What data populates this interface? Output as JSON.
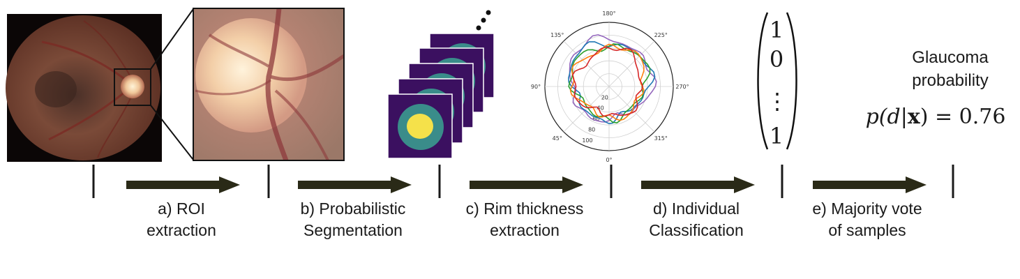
{
  "steps": [
    {
      "letter": "a)",
      "lines": [
        "a) ROI",
        "extraction"
      ]
    },
    {
      "letter": "b)",
      "lines": [
        "b) Probabilistic",
        "Segmentation"
      ]
    },
    {
      "letter": "c)",
      "lines": [
        "c) Rim thickness",
        "extraction"
      ]
    },
    {
      "letter": "d)",
      "lines": [
        "d) Individual",
        "Classification"
      ]
    },
    {
      "letter": "e)",
      "lines": [
        "e) Majority vote",
        "of samples"
      ]
    }
  ],
  "polar_plot": {
    "angle_labels": [
      "180°",
      "225°",
      "270°",
      "315°",
      "0°",
      "45°",
      "90°",
      "135°"
    ],
    "radial_labels": [
      "20",
      "40",
      "60",
      "80",
      "100"
    ],
    "series_colors": [
      "#9467bd",
      "#1f77b4",
      "#2ca02c",
      "#ff7f0e",
      "#d62728"
    ]
  },
  "vector": {
    "entries": [
      "1",
      "0",
      "⋮",
      "1"
    ]
  },
  "result": {
    "title_lines": [
      "Glaucoma",
      "probability"
    ],
    "formula_lhs": "p(d|",
    "formula_var": "x",
    "formula_rhs": ") = 0.76"
  },
  "colors": {
    "arrow": "#2a2a17",
    "seg_background": "#3b1060",
    "seg_disc": "#3a8c8a",
    "seg_cup": "#f5e14a",
    "fundus_outer": "#0b0606"
  }
}
